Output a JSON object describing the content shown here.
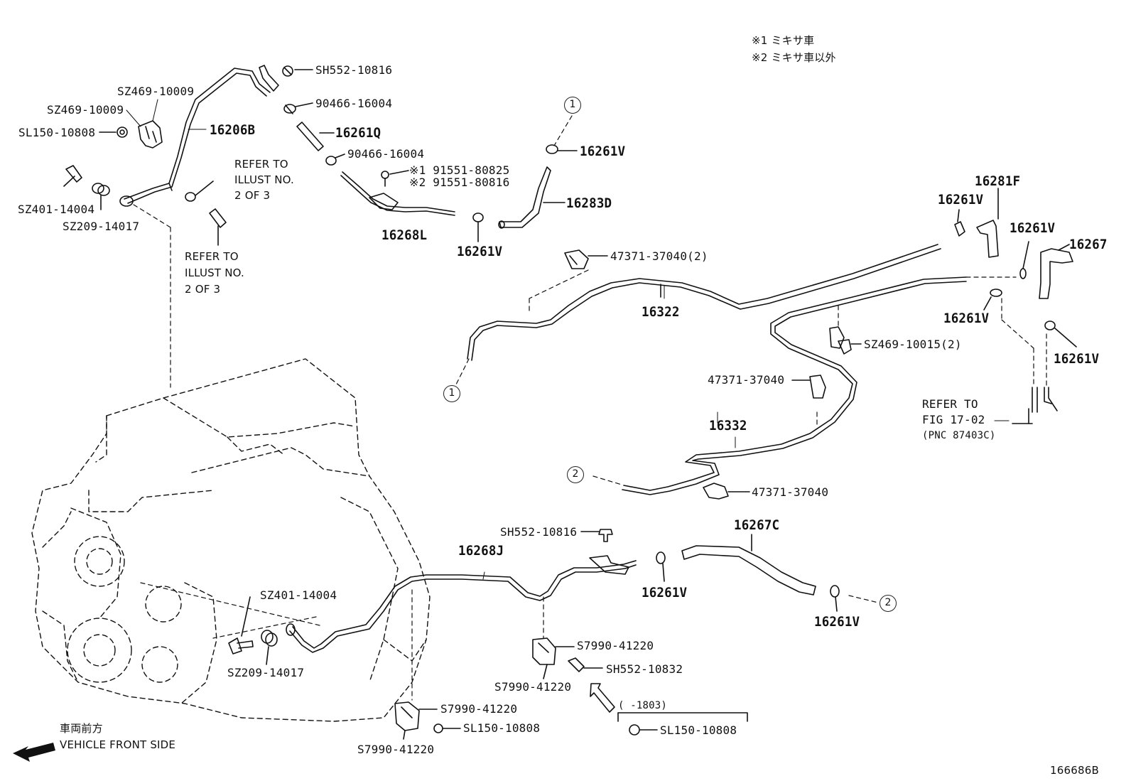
{
  "notes": {
    "mixer": "※1 ミキサ車",
    "non_mixer": "※2 ミキサ車以外"
  },
  "parts": {
    "sh552_10816_top": "SH552-10816",
    "sz469_10009_a": "SZ469-10009",
    "sz469_10009_b": "SZ469-10009",
    "sl150_10808_top": "SL150-10808",
    "p16206B": "16206B",
    "p90466_16004_a": "90466-16004",
    "p16261Q": "16261Q",
    "p90466_16004_b": "90466-16004",
    "p16261V_top": "16261V",
    "p91551_80825": "※1 91551-80825",
    "p91551_80816": "※2 91551-80816",
    "p16283D": "16283D",
    "sz401_14004_top": "SZ401-14004",
    "sz209_14017_top": "SZ209-14017",
    "p16268L": "16268L",
    "p16261V_mid": "16261V",
    "p47371_37040_2": "47371-37040(2)",
    "p16322": "16322",
    "p16281F": "16281F",
    "p16261V_r1": "16261V",
    "p16261V_r2": "16261V",
    "p16267": "16267",
    "p16261V_r3": "16261V",
    "p16261V_r4": "16261V",
    "sz469_10015": "SZ469-10015(2)",
    "p47371_37040_a": "47371-37040",
    "p16332": "16332",
    "p47371_37040_b": "47371-37040",
    "sh552_10816_mid": "SH552-10816",
    "p16268J": "16268J",
    "p16267C": "16267C",
    "p16261V_b1": "16261V",
    "p16261V_b2": "16261V",
    "sz401_14004_bot": "SZ401-14004",
    "sz209_14017_bot": "SZ209-14017",
    "s7990_a": "S7990-41220",
    "sh552_10832": "SH552-10832",
    "s7990_b": "S7990-41220",
    "s7990_c": "S7990-41220",
    "sl150_10808_mid": "SL150-10808",
    "s7990_d": "S7990-41220",
    "sl150_10808_bot": "SL150-10808",
    "range_note": "(      -1803)"
  },
  "refs": {
    "illust1_l1": "REFER TO",
    "illust1_l2": "ILLUST NO.",
    "illust1_l3": "2 OF 3",
    "illust2_l1": "REFER TO",
    "illust2_l2": "ILLUST NO.",
    "illust2_l3": "2 OF 3",
    "fig_l1": "REFER TO",
    "fig_l2": "FIG 17-02",
    "fig_l3": "(PNC 87403C)"
  },
  "markers": {
    "m1_top": "1",
    "m1_left": "1",
    "m2_mid": "2",
    "m2_right": "2"
  },
  "footer": {
    "front_jp": "車両前方",
    "front_en": "VEHICLE FRONT SIDE",
    "figure_id": "166686B"
  }
}
